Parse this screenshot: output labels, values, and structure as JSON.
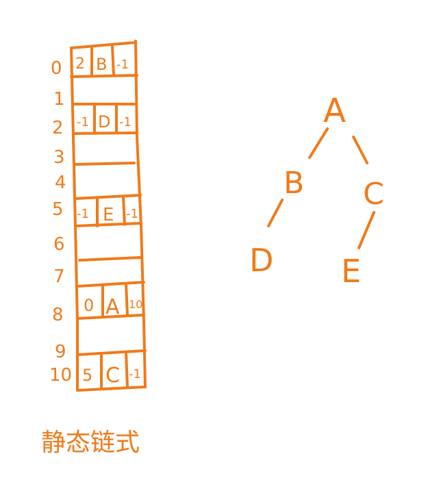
{
  "ink_color": "#f07a1a",
  "array": {
    "indices": [
      "0",
      "1",
      "2",
      "3",
      "4",
      "5",
      "6",
      "7",
      "8",
      "9",
      "10"
    ],
    "cells": [
      {
        "index": "0",
        "left": "2",
        "data": "B",
        "right": "-1"
      },
      {
        "index": "2",
        "left": "-1",
        "data": "D",
        "right": "-1"
      },
      {
        "index": "5",
        "left": "-1",
        "data": "E",
        "right": "-1"
      },
      {
        "index": "8",
        "left": "0",
        "data": "A",
        "right": "10"
      },
      {
        "index": "10",
        "left": "5",
        "data": "C",
        "right": "-1"
      }
    ],
    "caption": "静态链式"
  },
  "tree": {
    "nodes": [
      "A",
      "B",
      "C",
      "D",
      "E"
    ]
  }
}
